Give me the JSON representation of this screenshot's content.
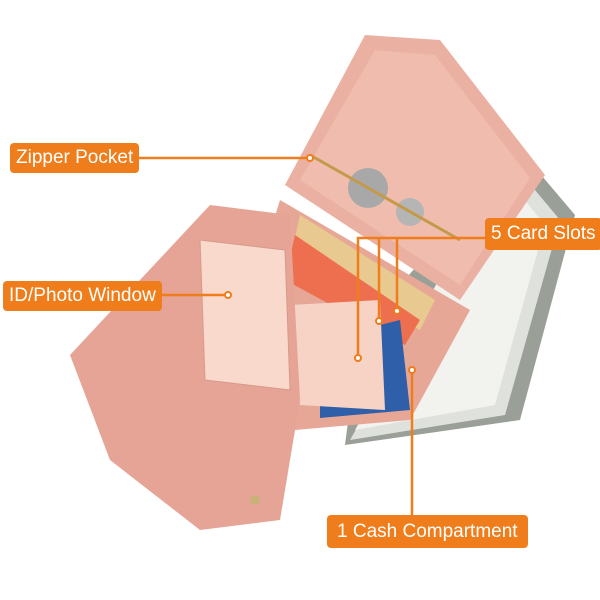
{
  "labels": {
    "zipper_pocket": "Zipper Pocket",
    "id_photo_window": "ID/Photo Window",
    "card_slots": "5 Card Slots",
    "cash_compartment": "1 Cash Compartment"
  },
  "colors": {
    "accent": "#ef7d1b",
    "wallet": "#e9a99a",
    "wallet_light": "#f3c3b5"
  }
}
